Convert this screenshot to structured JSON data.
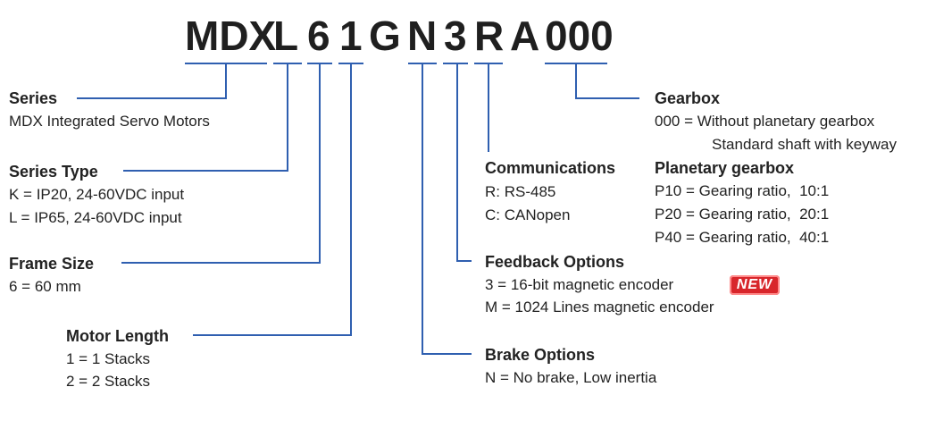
{
  "code": {
    "p1": "MDX",
    "p2": "L",
    "p3": "6",
    "p4": "1",
    "p5": "G",
    "p6": "N",
    "p7": "3",
    "p8": "R",
    "p9": "A",
    "p10": "000"
  },
  "colors": {
    "line": "#2f5fb0",
    "badge": "#d8262b"
  },
  "series": {
    "title": "Series",
    "lines": [
      "MDX Integrated Servo Motors"
    ]
  },
  "series_type": {
    "title": "Series Type",
    "lines": [
      "K = IP20, 24-60VDC input",
      "L = IP65, 24-60VDC input"
    ]
  },
  "frame_size": {
    "title": "Frame Size",
    "lines": [
      "6 = 60 mm"
    ]
  },
  "motor_length": {
    "title": "Motor Length",
    "lines": [
      "1 = 1 Stacks",
      "2 = 2 Stacks"
    ]
  },
  "communications": {
    "title": "Communications",
    "lines": [
      "R: RS-485",
      "C: CANopen"
    ]
  },
  "feedback": {
    "title": "Feedback Options",
    "lines": [
      "3 = 16-bit magnetic encoder",
      "M = 1024 Lines magnetic encoder"
    ],
    "badge": "NEW"
  },
  "brake": {
    "title": "Brake Options",
    "lines": [
      "N = No brake, Low inertia"
    ]
  },
  "gearbox": {
    "title": "Gearbox",
    "lines": [
      "000 = Without planetary gearbox",
      "Standard shaft with keyway"
    ],
    "planetary_title": "Planetary gearbox",
    "planetary_lines": [
      "P10 = Gearing ratio,  10:1",
      "P20 = Gearing ratio,  20:1",
      "P40 = Gearing ratio,  40:1"
    ]
  }
}
